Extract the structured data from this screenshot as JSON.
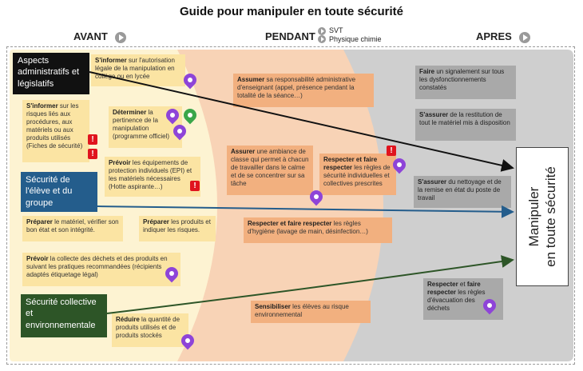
{
  "title": "Guide pour manipuler en toute sécurité",
  "phases": {
    "before": "AVANT",
    "during": "PENDANT",
    "after": "APRES"
  },
  "legend": [
    "SVT",
    "Physique chimie"
  ],
  "categories": {
    "legal": "Aspects administratifs et législatifs",
    "student_safety": "Sécurité de l'élève et du groupe",
    "collective_safety": "Sécurité collective et environnementale"
  },
  "final_box": [
    "Manipuler",
    "en toute sécurité"
  ],
  "boxes": {
    "b1": {
      "verb": "S'informer",
      "text": " sur l'autorisation légale de la manipulation en collège ou en lycée"
    },
    "b2": {
      "verb": "S'informer",
      "text": " sur les risques liés aux procédures, aux matériels ou aux produits utilisés (Fiches de sécurité)"
    },
    "b3": {
      "verb": "Déterminer",
      "text": " la pertinence de la manipulation (programme officiel)"
    },
    "b4": {
      "verb": "Prévoir",
      "text": " les équipements de protection individuels (EPI) et les matériels nécessaires (Hotte aspirante…)"
    },
    "b5": {
      "verb": "Préparer",
      "text": " le matériel, vérifier son bon état et son intégrité."
    },
    "b6": {
      "verb": "Préparer",
      "text": " les produits et indiquer les risques."
    },
    "b7": {
      "verb": "Prévoir",
      "text": " la collecte des déchets et des produits en suivant les pratiques recommandées (récipients adaptés étiquetage légal)"
    },
    "b8": {
      "verb": "Réduire",
      "text": " la quantité de produits utilisés et de produits stockés"
    },
    "m1": {
      "verb": "Assumer",
      "text": " sa responsabilité administrative d'enseignant (appel, présence pendant la totalité de la séance…)"
    },
    "m2": {
      "verb": "Assurer",
      "text": " une ambiance de classe qui permet à chacun de travailler dans le calme et de se concentrer sur sa tâche"
    },
    "m3": {
      "verb": "Respecter et faire respecter",
      "text": " les règles de sécurité individuelles et collectives prescrites"
    },
    "m4": {
      "verb": "Respecter et faire respecter",
      "text": " les règles d'hygiène (lavage de main, désinfection…)"
    },
    "m5": {
      "verb": "Sensibiliser",
      "text": " les élèves au risque environnemental"
    },
    "a1": {
      "verb": "Faire",
      "text": " un signalement sur tous les dysfonctionnements constatés"
    },
    "a2": {
      "verb": "S'assurer",
      "text": " de la restitution de tout le matériel mis à disposition"
    },
    "a3": {
      "verb": "S'assurer",
      "text": " du nettoyage et de la remise en état du poste de travail"
    },
    "a4": {
      "verb": "Respecter",
      "text": " et ",
      "verb2": "faire respecter",
      "text2": " les règles d'évacuation des déchets"
    }
  },
  "colors": {
    "before_bg": "#fdf3d2",
    "during_bg": "#f8d3b6",
    "after_bg": "#cfcfcf",
    "legal_header": "#111111",
    "student_header": "#245d8c",
    "collective_header": "#2d5527",
    "pin_svt": "#8e44d8",
    "pin_physique": "#3aa64a",
    "warning": "#e0141e"
  },
  "icons": [
    "play-icon",
    "location-pin-icon",
    "warning-icon"
  ]
}
